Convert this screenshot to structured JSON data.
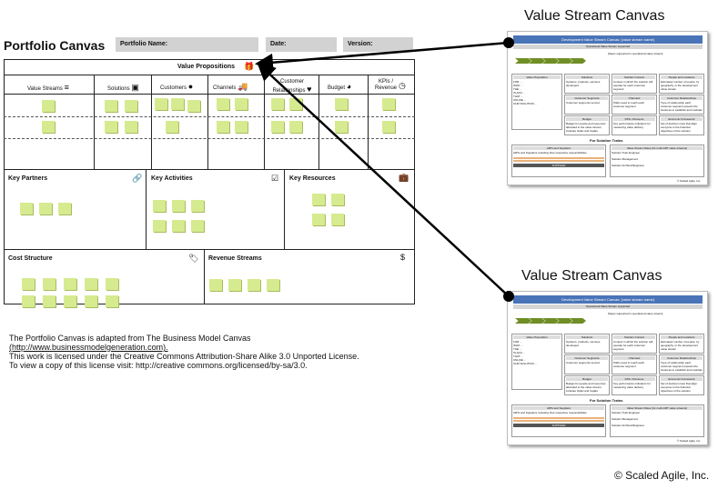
{
  "canvas": {
    "title": "Portfolio Canvas",
    "fields": [
      {
        "label": "Portfolio Name:"
      },
      {
        "label": "Date:"
      },
      {
        "label": "Version:"
      }
    ],
    "value_propositions": {
      "title": "Value Propositions",
      "columns": [
        "Value Streams",
        "Solutions",
        "Customers",
        "Channels",
        "Customer Relationships",
        "Budget",
        "KPIs / Revenue"
      ]
    },
    "blocks": {
      "key_partners": "Key Partners",
      "key_activities": "Key Activities",
      "key_resources": "Key Resources",
      "cost_structure": "Cost Structure",
      "revenue_streams": "Revenue Streams"
    }
  },
  "footer": {
    "line1": "The Portfolio Canvas is adapted from The Business Model Canvas",
    "line2": "(http://www.businessmodelgeneration.com).",
    "line3": "This work is licensed under the Creative Commons Attribution-Share Alike 3.0 Unported License.",
    "line4": "To view a copy of this license visit: http://creative commons.org/licensed/by-sa/3.0."
  },
  "vsc": {
    "title": "Value Stream Canvas",
    "thumb_header": "Development Value Stream Canvas: [value stream name]",
    "op_vs": "Operational Value Stream supported",
    "steps": "[Steps supported in operational value stream]",
    "boxes": {
      "vp": "Value Proposition",
      "solutions": "Solutions",
      "solution_context": "Solution Context",
      "people": "People and Locations",
      "cust_segments": "Customer Segments",
      "channels": "Channels",
      "cust_relationships": "Customer Relationships",
      "budget": "Budget",
      "kpis": "KPIs / Revenue",
      "econ": "Economic Framework",
      "sol_trains": "For Solution Trains",
      "suppliers": "ARTs and Suppliers",
      "vs_roles": "Value Stream Roles (for multi-ART value streams)",
      "sol_engineer": "Solution Train Engineer",
      "sol_mgmt": "Solution Management",
      "sol_arch": "Solution Architect/Engineer"
    },
    "vp_lines": [
      "FOR ...",
      "WHO ...",
      "THE ...",
      "IS A(N) ...",
      "THAT ...",
      "UNLIKE ...",
      "OUR SOLUTION ..."
    ],
    "sol_text": "Systems, products, services developed",
    "ctx_text": "Context in which the solution will operate for each customer segment",
    "people_text": "Estimated number of people, by geography, in the development value stream",
    "seg_text": "Customer segments served",
    "chan_text": "Paths used to reach each customer segment",
    "rel_text": "Type of relationship each customer segment expects the business to establish and maintain",
    "budget_text": "Budget for people and resources allocated to the value stream; includes OpEx and CapEx",
    "kpi_text": "Key performance indicators for measuring value delivery",
    "econ_text": "Set of decision rules that align everyone to the financial objectives of the solution",
    "supplier_text": "ARTs and Suppliers including their respective responsibilities",
    "supplier_bar": "SUPPLIER",
    "scaled": "© Scaled Agile, Inc."
  },
  "copyright": "© Scaled Agile, Inc."
}
